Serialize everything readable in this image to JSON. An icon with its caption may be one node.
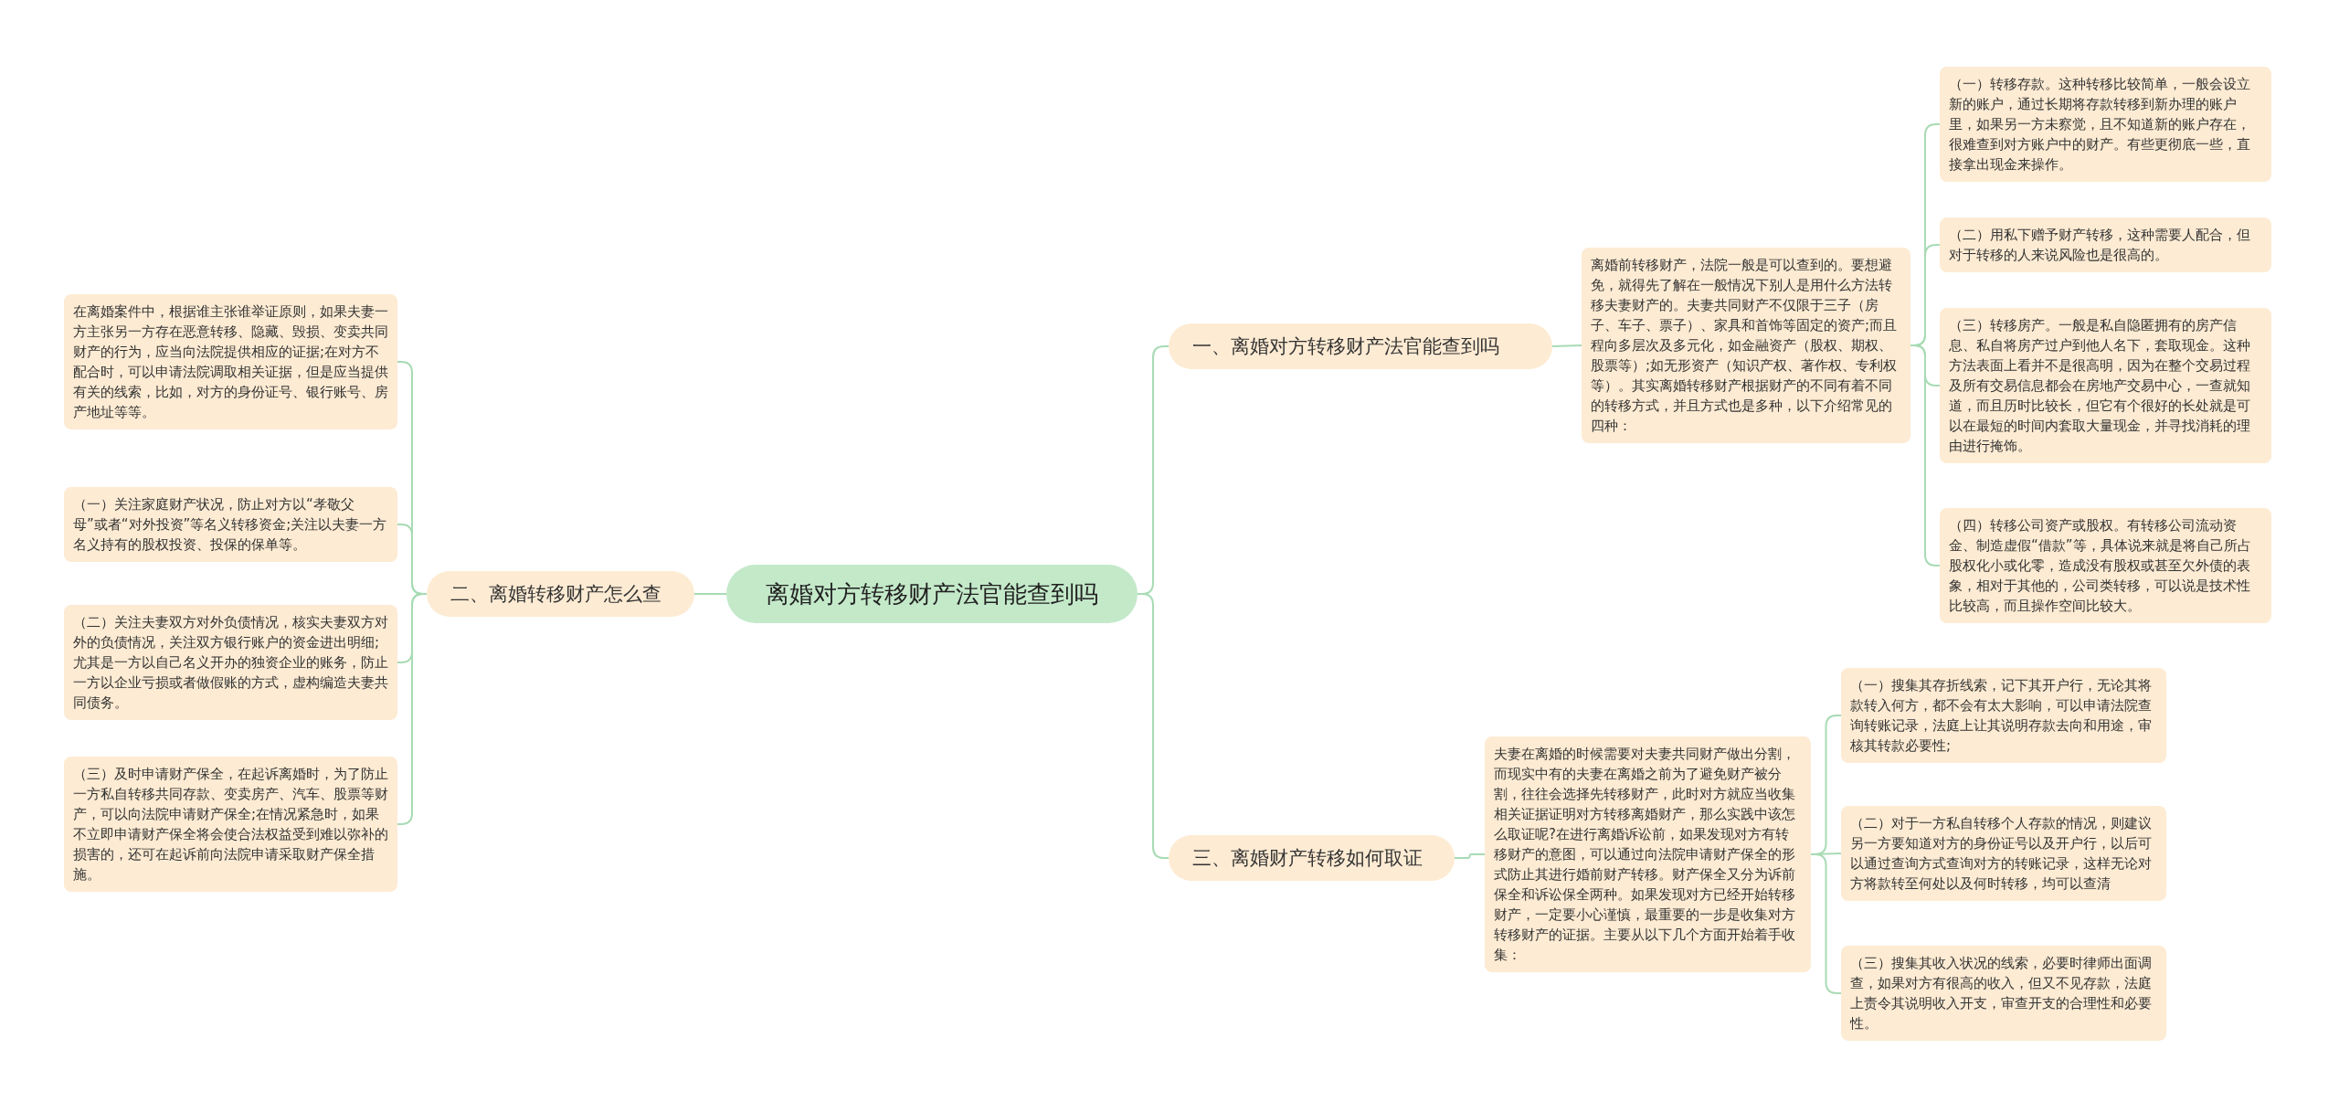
{
  "diagram": {
    "nodes": [
      {
        "text": [
          "离婚对方转移财产法官能查到吗"
        ]
      },
      {
        "text": [
          "一、离婚对方转移财产法官能查到吗"
        ]
      },
      {
        "text": [
          "离婚前转移财产，法院一般是可以查到的。要想避免，就得先了解在一般情况下别人是用什么方法转移夫妻财产的。夫妻共同财产不仅限于三子（房子、车子、票子）、家具和首饰等固定的资产;而且程向多层次及多元化，如金融资产（股权、期权、股票等）;如无形资产（知识产权、著作权、专利权等）。其实离婚转移财产根据财产的不同有着不同的转移方式，并且方式也是多种，以下介绍常见的四种："
        ]
      },
      {
        "text": [
          "（一）转移存款。这种转移比较简单，一般会设立新的账户，通过长期将存款转移到新办理的账户里，如果另一方未察觉，且不知道新的账户存在，很难查到对方账户中的财产。有些更彻底一些，直接拿出现金来操作。"
        ]
      },
      {
        "text": [
          "（二）用私下赠予财产转移，这种需要人配合，但对于转移的人来说风险也是很高的。"
        ]
      },
      {
        "text": [
          "（三）转移房产。一般是私自隐匿拥有的房产信息、私自将房产过户到他人名下，套取现金。这种方法表面上看并不是很高明，因为在整个交易过程及所有交易信息都会在房地产交易中心，一查就知道，而且历时比较长，但它有个很好的长处就是可以在最短的时间内套取大量现金，并寻找消耗的理由进行掩饰。"
        ]
      },
      {
        "text": [
          "（四）转移公司资产或股权。有转移公司流动资金、制造虚假“借款”等，具体说来就是将自己所占股权化小或化零，造成没有股权或甚至欠外债的表象，相对于其他的，公司类转移，可以说是技术性比较高，而且操作空间比较大。"
        ]
      },
      {
        "text": [
          "二、离婚转移财产怎么查"
        ]
      },
      {
        "text": [
          "在离婚案件中，根据谁主张谁举证原则，如果夫妻一方主张另一方存在恶意转移、隐藏、毁损、变卖共同财产的行为，应当向法院提供相应的证据;在对方不配合时，可以申请法院调取相关证据，但是应当提供有关的线索，比如，对方的身份证号、银行账号、房产地址等等。"
        ]
      },
      {
        "text": [
          "（一）关注家庭财产状况，防止对方以“孝敬父母”或者“对外投资”等名义转移资金;关注以夫妻一方名义持有的股权投资、投保的保单等。"
        ]
      },
      {
        "text": [
          "（二）关注夫妻双方对外负债情况，核实夫妻双方对外的负债情况，关注双方银行账户的资金进出明细;尤其是一方以自己名义开办的独资企业的账务，防止一方以企业亏损或者做假账的方式，虚构编造夫妻共同债务。"
        ]
      },
      {
        "text": [
          "（三）及时申请财产保全，在起诉离婚时，为了防止一方私自转移共同存款、变卖房产、汽车、股票等财产，可以向法院申请财产保全;在情况紧急时，如果不立即申请财产保全将会使合法权益受到难以弥补的损害的，还可在起诉前向法院申请采取财产保全措施。"
        ]
      },
      {
        "text": [
          "三、离婚财产转移如何取证"
        ]
      },
      {
        "text": [
          "夫妻在离婚的时候需要对夫妻共同财产做出分割，而现实中有的夫妻在离婚之前为了避免财产被分割，往往会选择先转移财产，此时对方就应当收集相关证据证明对方转移离婚财产，那么实践中该怎么取证呢?在进行离婚诉讼前，如果发现对方有转移财产的意图，可以通过向法院申请财产保全的形式防止其进行婚前财产转移。财产保全又分为诉前保全和诉讼保全两种。如果发现对方已经开始转移财产，一定要小心谨慎，最重要的一步是收集对方转移财产的证据。主要从以下几个方面开始着手收集："
        ]
      },
      {
        "text": [
          "（一）搜集其存折线索，记下其开户行，无论其将款转入何方，都不会有太大影响，可以申请法院查询转账记录，法庭上让其说明存款去向和用途，审核其转款必要性;"
        ]
      },
      {
        "text": [
          "（二）对于一方私自转移个人存款的情况，则建议另一方要知道对方的身份证号以及开户行，以后可以通过查询方式查询对方的转账记录，这样无论对方将款转至何处以及何时转移，均可以查清"
        ]
      },
      {
        "text": [
          "（三）搜集其收入状况的线索，必要时律师出面调查，如果对方有很高的收入，但又不见存款，法庭上责令其说明收入开支，审查开支的合理性和必要性。"
        ]
      }
    ],
    "edges": [
      {
        "from": 0,
        "to": 1,
        "arrow": "none"
      },
      {
        "from": 0,
        "to": 7,
        "arrow": "none"
      },
      {
        "from": 0,
        "to": 12,
        "arrow": "none"
      },
      {
        "from": 1,
        "to": 2,
        "arrow": "none"
      },
      {
        "from": 2,
        "to": 3,
        "arrow": "none"
      },
      {
        "from": 2,
        "to": 4,
        "arrow": "none"
      },
      {
        "from": 2,
        "to": 5,
        "arrow": "none"
      },
      {
        "from": 2,
        "to": 6,
        "arrow": "none"
      },
      {
        "from": 7,
        "to": 8,
        "arrow": "none"
      },
      {
        "from": 7,
        "to": 9,
        "arrow": "none"
      },
      {
        "from": 7,
        "to": 10,
        "arrow": "none"
      },
      {
        "from": 7,
        "to": 11,
        "arrow": "none"
      },
      {
        "from": 12,
        "to": 13,
        "arrow": "none"
      },
      {
        "from": 13,
        "to": 14,
        "arrow": "none"
      },
      {
        "from": 13,
        "to": 15,
        "arrow": "none"
      },
      {
        "from": 13,
        "to": 16,
        "arrow": "none"
      }
    ]
  }
}
